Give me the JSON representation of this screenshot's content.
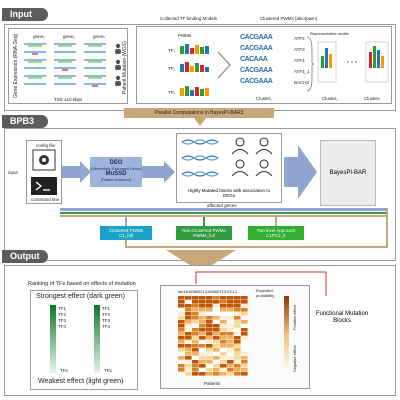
{
  "sections": {
    "input": "Input",
    "bpb3": "BPB3",
    "output": "Output"
  },
  "input": {
    "gene_expression_label": "Gene Expression (RNA-Seq)",
    "patient_mutation_label": "Patient Mutation (WGS)",
    "gene_labels": [
      "gene₁",
      "gene₂",
      "geneₙ"
    ],
    "tss_label": "TSS ±10 kbps",
    "collected_models_title": "Collected TF binding Models",
    "pwms_label": "PWMs",
    "tf_labels": [
      "TF₁",
      "TF₂",
      "TFₓ"
    ],
    "clustered_title": "Clustered PWMs (abc4pwm)",
    "representative_motifs": "Representative motifs",
    "cluster_tfs": [
      "ATF2",
      "ATF3",
      "ATF4",
      "ATF4_1",
      "BACH2"
    ],
    "cluster_labels": [
      "Cluster₁",
      "Cluster₁",
      "Clusterₙ"
    ],
    "logo_text": [
      "CACGAAA",
      "CACGAAA",
      "CACAAA",
      "CACGAAA",
      "CACGAAA"
    ],
    "parallel_label": "Parallel Computations in BayesPI-BAR3"
  },
  "bpb3": {
    "config_file": "config file",
    "input_label": "input",
    "command_line": "command line",
    "deg_title": "DEG",
    "deg_sub": "(Differentially Expressed Genes)",
    "mussd_title": "MuSSD",
    "mussd_sub": "(Patient mutations)",
    "blocks_label": "Highly Mutated blocks with association to DEGs",
    "affected_genes": "affected genes",
    "bayespi_label": "BayesPI-BAR",
    "method_boxes": [
      {
        "line1": "Clustered PWMs",
        "line2": "C1_full",
        "color": "#1aa3c7"
      },
      {
        "line1": "Non-Clustered PWMs",
        "line2": "PWMs_full",
        "color": "#2e9c3f"
      },
      {
        "line1": "Two level Approach",
        "line2": "C1PC2_fr",
        "color": "#2fae2f"
      }
    ]
  },
  "output": {
    "ranking_title": "Ranking of TFs based on effects of mutation",
    "strongest_label": "Strongest effect (dark green)",
    "weakest_label": "Weakest effect (light green)",
    "tf_rank_left": [
      "TF1",
      "TF2",
      "TF3",
      "TF4"
    ],
    "tf_rank_right": [
      "TF1",
      "TF2",
      "TF3",
      "TF4"
    ],
    "tfx_label": "TFx",
    "heatmap_title": "chr16:60660213-60660713 KCL1",
    "expected_prob": "Expected probability",
    "positive_effect": "Positive effect",
    "negative_effect": "Negative effect",
    "patients_label": "Patients",
    "functional_blocks": "Functional Mutation Blocks"
  },
  "colors": {
    "section_header": "#5d5d5d",
    "arrow_tan": "#c9a77a",
    "arrow_blue": "#8fa4cf",
    "teal_box": "#1aa3c7",
    "green_box": "#2e9c3f",
    "red_bracket": "#d0302a",
    "heat_dark": "#c0580a",
    "heat_light": "#f5d79a"
  }
}
